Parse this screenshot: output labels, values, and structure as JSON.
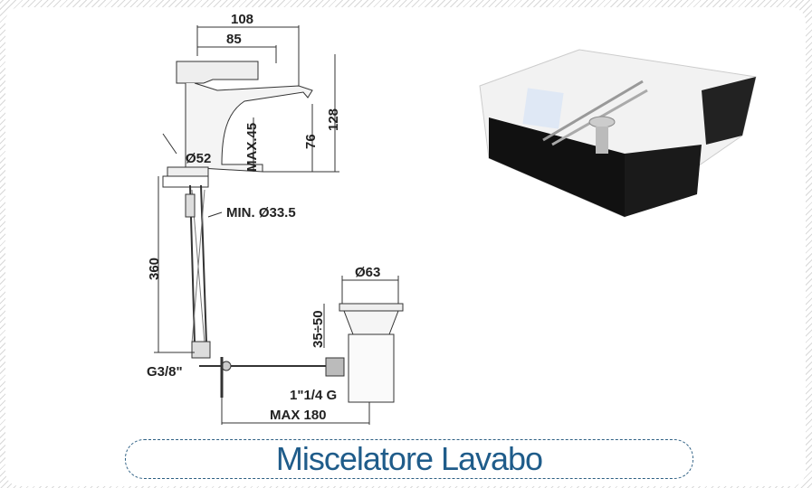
{
  "title": "Miscelatore Lavabo",
  "dimensions": {
    "d108": "108",
    "d85": "85",
    "d128": "128",
    "d76": "76",
    "max45": "MAX.45",
    "d52": "Ø52",
    "min335": "MIN. Ø33.5",
    "d360": "360",
    "g38": "G3/8\"",
    "d63": "Ø63",
    "d3550": "35÷50",
    "g114": "1\"1/4 G",
    "max180": "MAX 180"
  },
  "colors": {
    "title": "#1f5c8a",
    "line": "#333333"
  }
}
